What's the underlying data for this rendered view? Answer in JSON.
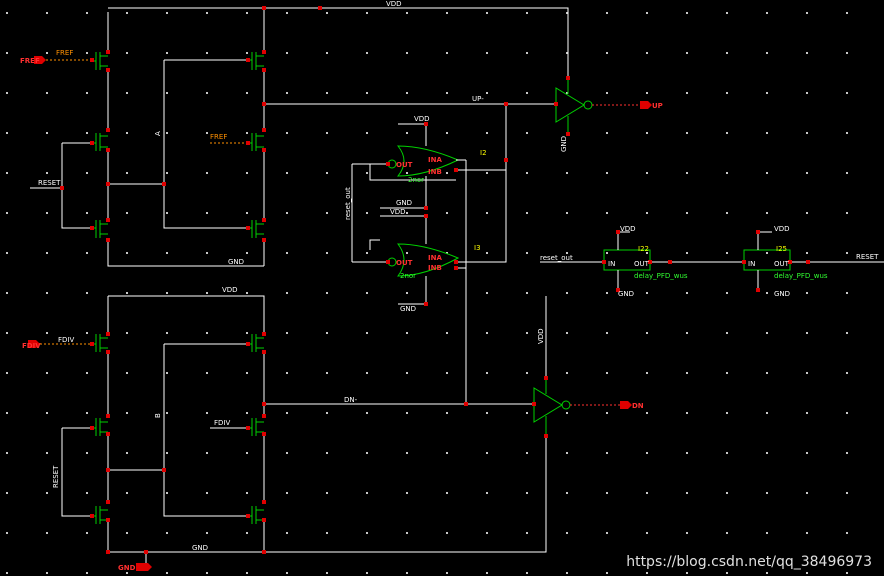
{
  "labels": {
    "vdd_top": "VDD",
    "fref_in": "FREF",
    "fref_pin": "FREF",
    "fref_mid": "FREF",
    "node_a": "A",
    "reset": "RESET",
    "gnd_top": "GND",
    "up_net": "UP-",
    "up_out": "UP",
    "gnd_inv1": "GND",
    "vdd_or1": "VDD",
    "i2": "I2",
    "ina": "INA",
    "inb": "INB",
    "out": "OUT",
    "or_gate": "2nor",
    "gnd_or1": "GND",
    "vdd_or2": "VDD",
    "reset_out_v": "reset_out",
    "i3": "I3",
    "gnd_or2": "GND",
    "reset_out_h": "reset_out",
    "vdd_d1": "VDD",
    "i22": "I22",
    "in_d1": "IN",
    "out_d1": "OUT",
    "delay1": "delay_PFD_wus",
    "gnd_d1": "GND",
    "vdd_d2": "VDD",
    "i25": "I25",
    "in_d2": "IN",
    "out_d2": "OUT",
    "delay2": "delay_PFD_wus",
    "gnd_d2": "GND",
    "reset_right": "RESET",
    "vdd_bot": "VDD",
    "fdiv_in": "FDIV",
    "fdiv_pin": "FDIV",
    "fdiv_mid": "FDIV",
    "node_b": "B",
    "reset_v": "RESET",
    "dn_net": "DN-",
    "vdd_inv2": "VDD",
    "dn_out": "DN",
    "gnd_bot": "GND",
    "gnd_pin": "GND"
  },
  "watermark": "https://blog.csdn.net/qq_38496973"
}
